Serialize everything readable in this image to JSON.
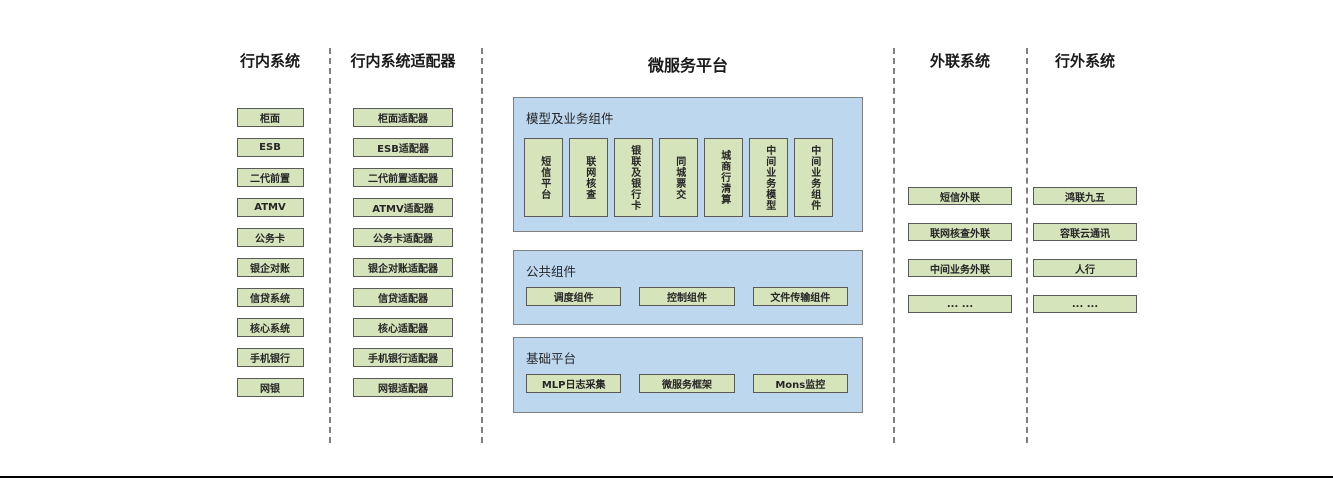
{
  "diagram": {
    "columns": {
      "internal": {
        "title": "行内系统",
        "items": [
          "柜面",
          "ESB",
          "二代前置",
          "ATMV",
          "公务卡",
          "银企对账",
          "信贷系统",
          "核心系统",
          "手机银行",
          "网银"
        ]
      },
      "adapter": {
        "title": "行内系统适配器",
        "items": [
          "柜面适配器",
          "ESB适配器",
          "二代前置适配器",
          "ATMV适配器",
          "公务卡适配器",
          "银企对账适配器",
          "信贷适配器",
          "核心适配器",
          "手机银行适配器",
          "网银适配器"
        ]
      },
      "outreach": {
        "title": "外联系统",
        "items": [
          "短信外联",
          "联网核查外联",
          "中间业务外联",
          "... ..."
        ]
      },
      "external": {
        "title": "行外系统",
        "items": [
          "鸿联九五",
          "容联云通讯",
          "人行",
          "... ..."
        ]
      }
    },
    "platform": {
      "title": "微服务平台",
      "panels": {
        "model": {
          "label": "模型及业务组件",
          "items": [
            "短信平台",
            "联网核查",
            "银联及银行卡",
            "同城票交",
            "城商行清算",
            "中间业务模型",
            "中间业务组件"
          ]
        },
        "common": {
          "label": "公共组件",
          "items": [
            "调度组件",
            "控制组件",
            "文件传输组件"
          ]
        },
        "base": {
          "label": "基础平台",
          "items": [
            "MLP日志采集",
            "微服务框架",
            "Mons监控"
          ]
        }
      }
    },
    "colors": {
      "box_fill_green": "#d6e4bc",
      "box_border_gray": "#595959",
      "panel_fill_blue": "#bdd7ee",
      "panel_border_gray": "#7f7f7f",
      "divider_gray": "#7f7f7f",
      "bottom_line_black": "#000000"
    }
  }
}
